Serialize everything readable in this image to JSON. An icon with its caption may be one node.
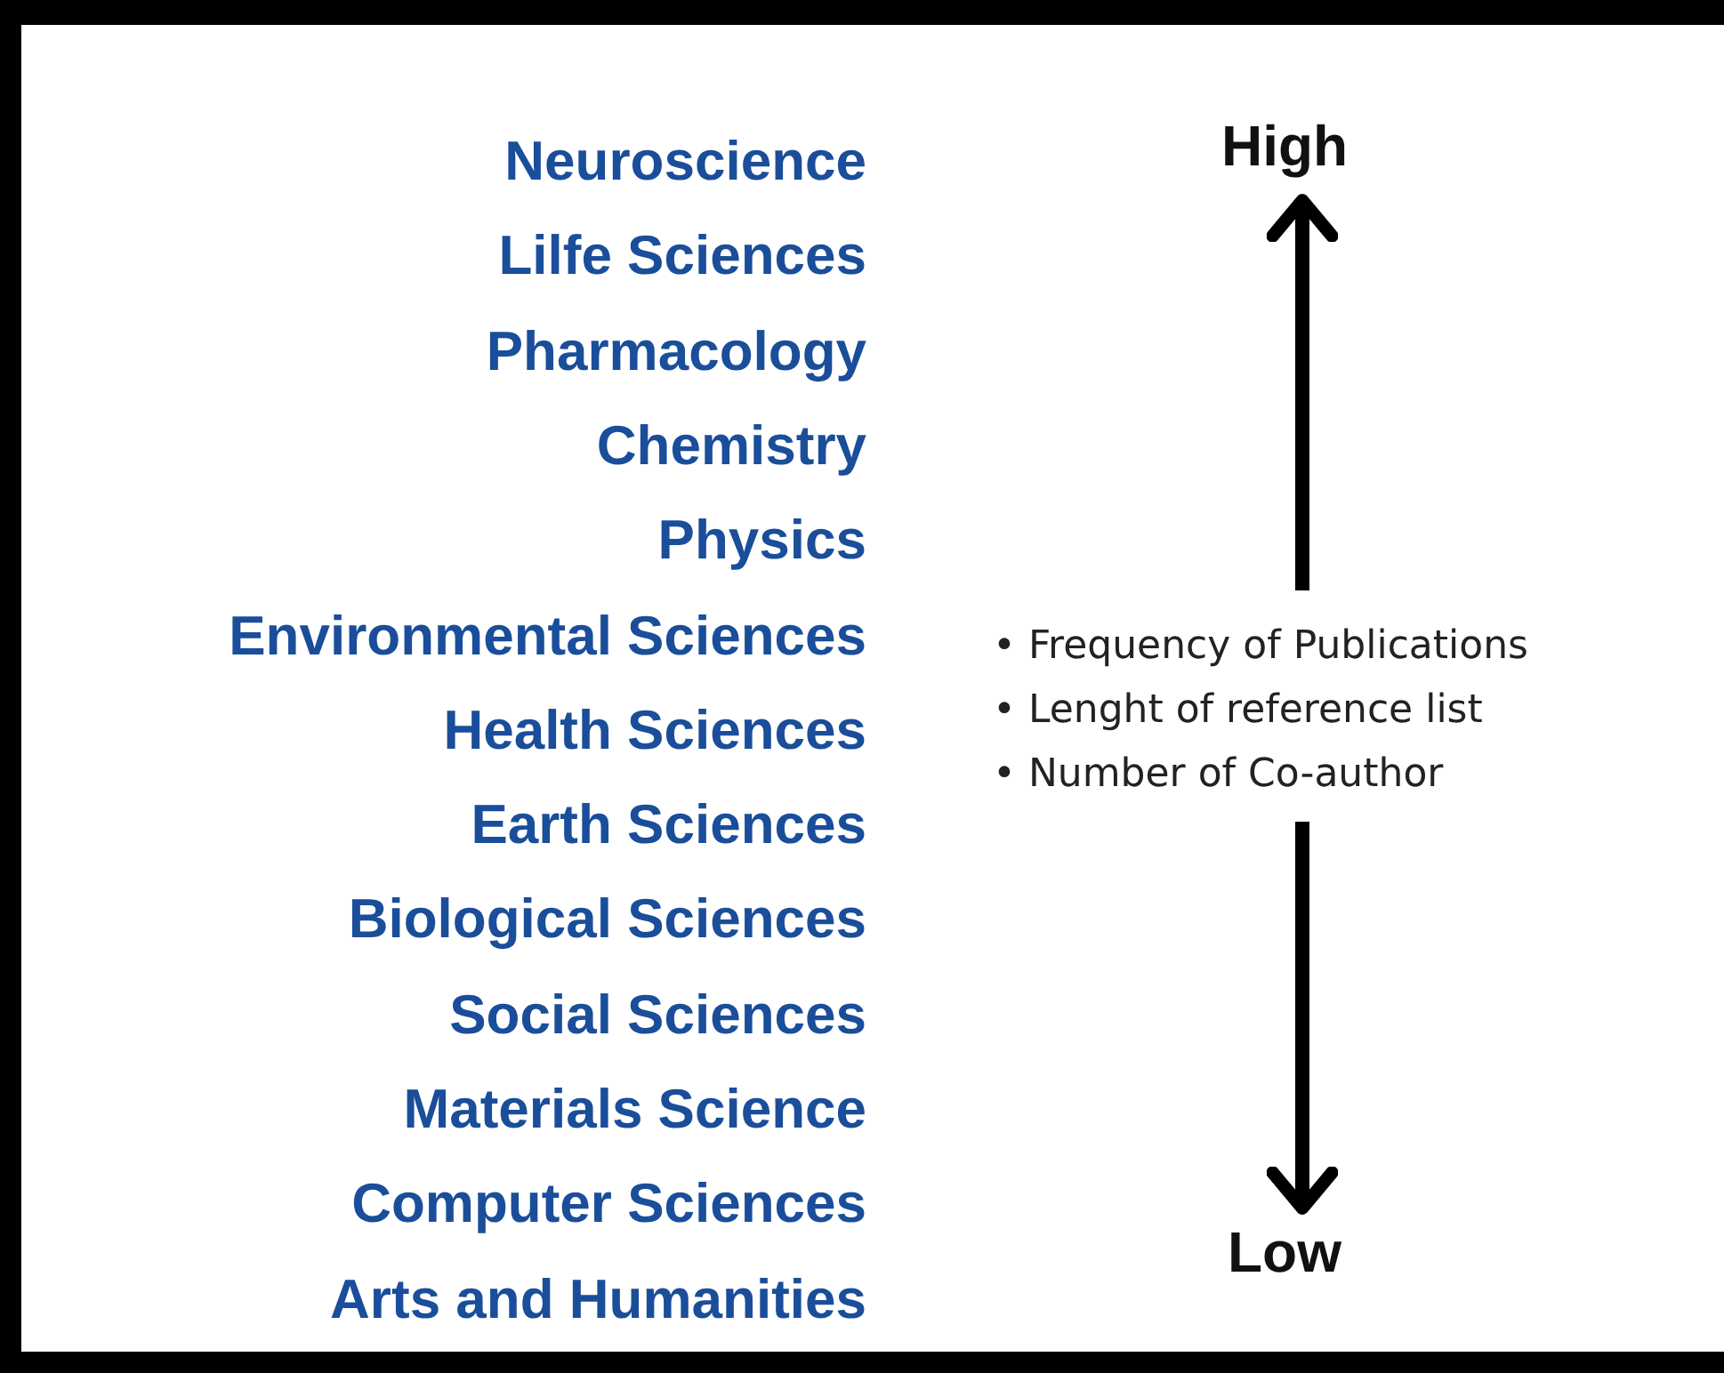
{
  "diagram": {
    "nodes": [
      {
        "text": [
          "High"
        ]
      },
      {
        "text": [
          "• Frequency of Publications",
          "• Lenght of reference list",
          "• Number of Co-author"
        ]
      },
      {
        "text": [
          "Low"
        ]
      }
    ],
    "edges": [
      {
        "from": 1,
        "to": 0,
        "arrow": "to"
      },
      {
        "from": 1,
        "to": 2,
        "arrow": "to"
      }
    ],
    "labels": [
      "Neuroscience",
      "Lilfe Sciences",
      "Pharmacology",
      "Chemistry",
      "Physics",
      "Environmental Sciences",
      "Health Sciences",
      "Earth Sciences",
      "Biological Sciences",
      "Social Sciences",
      "Materials Science",
      "Computer Sciences",
      "Arts and Humanities"
    ]
  }
}
